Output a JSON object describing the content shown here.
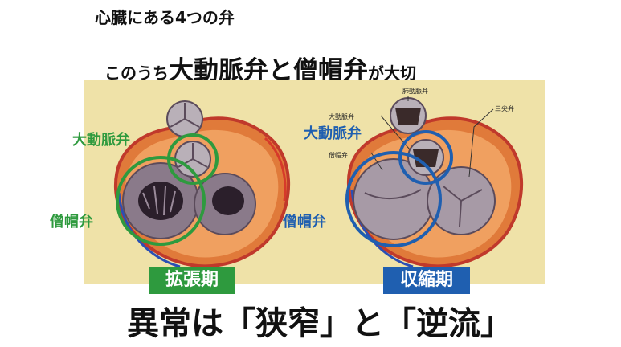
{
  "title": "心臓にある4つの弁",
  "subtitle": {
    "part1": "このうち",
    "part2": "大動脈弁と僧帽弁",
    "part3": "が",
    "part4": "大切"
  },
  "labels": {
    "left_aortic": "大動脈弁",
    "left_mitral": "僧帽弁",
    "right_aortic": "大動脈弁",
    "right_mitral": "僧帽弁"
  },
  "anatomy_small_labels": {
    "pulmonary": "肺動脈弁",
    "aortic": "大動脈弁",
    "mitral": "僧帽弁",
    "tricuspid": "三尖弁"
  },
  "phases": {
    "diastole": "拡張期",
    "systole": "収縮期"
  },
  "conclusion": "異常は「狭窄」と「逆流」",
  "colors": {
    "diastole": "#2e9a3e",
    "systole": "#1f5fb0",
    "panel_bg": "#efe2a8"
  }
}
